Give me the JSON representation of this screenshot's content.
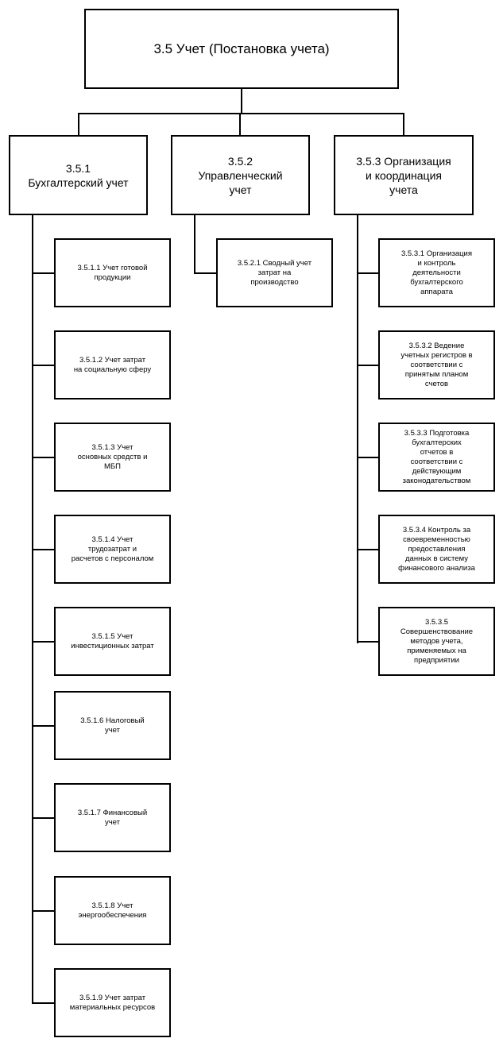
{
  "root": {
    "label": "3.5 Учет (Постановка учета)"
  },
  "branches": [
    {
      "label": "3.5.1\nБухгалтерский учет",
      "children": [
        "3.5.1.1 Учет готовой\nпродукции",
        "3.5.1.2 Учет затрат\nна социальную сферу",
        "3.5.1.3 Учет\nосновных средств и\nМБП",
        "3.5.1.4 Учет\nтрудозатрат и\nрасчетов с персоналом",
        "3.5.1.5 Учет\nинвестиционных затрат",
        "3.5.1.6 Налоговый\nучет",
        "3.5.1.7 Финансовый\nучет",
        "3.5.1.8 Учет\nэнергообеспечения",
        "3.5.1.9 Учет затрат\nматериальных ресурсов"
      ]
    },
    {
      "label": "3.5.2\nУправленческий\nучет",
      "children": [
        "3.5.2.1 Сводный учет\nзатрат на\nпроизводство"
      ]
    },
    {
      "label": "3.5.3 Организация\nи координация\nучета",
      "children": [
        "3.5.3.1 Организация\nи контроль\nдеятельности\nбухгалтерского\nаппарата",
        "3.5.3.2 Ведение\nучетных регистров в\nсоответствии с\nпринятым планом\nсчетов",
        "3.5.3.3 Подготовка\nбухгалтерских\nотчетов в\nсоответствии с\nдействующим\nзаконодательством",
        "3.5.3.4 Контроль за\nсвоевременностью\nпредоставления\nданных в систему\nфинансового анализа",
        "3.5.3.5\nСовершенствование\nметодов учета,\nприменяемых на\nпредприятии"
      ]
    }
  ]
}
